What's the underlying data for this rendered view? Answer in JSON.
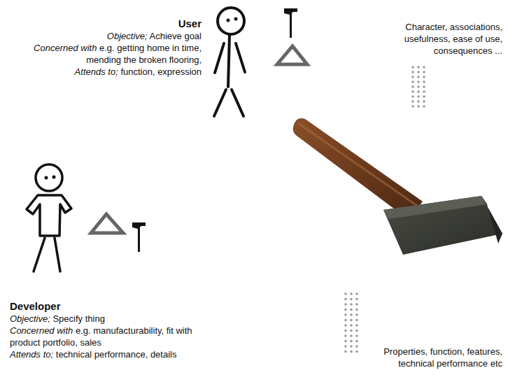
{
  "diagram": {
    "labels": [
      "User",
      "Objective; Achieve goal",
      "Concerned with e.g. getting home in time, mending the broken flooring,",
      "Attends to; function, expression",
      "Character, associations, usefulness, ease of use, consequences ...",
      "Developer",
      "Objective; Specify thing",
      "Concerned with e.g. manufacturability, fit with product portfolio, sales",
      "Attends to; technical performance, details",
      "Properties, function, features, technical performance etc"
    ]
  }
}
